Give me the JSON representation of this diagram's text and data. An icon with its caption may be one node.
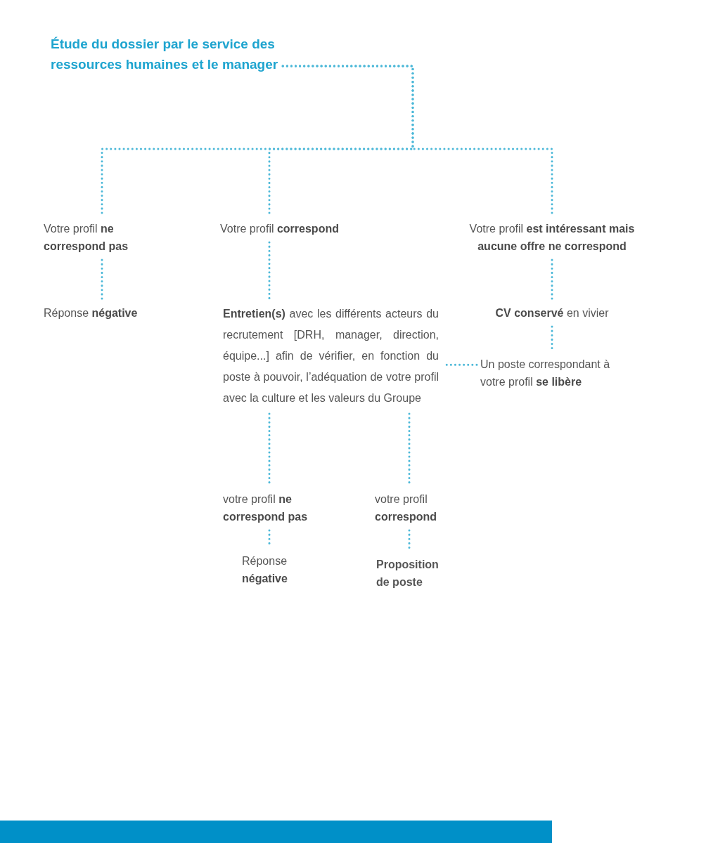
{
  "diagram": {
    "nodes": [
      {
        "text": [
          "Étude du dossier par le service des ressources humaines et le manager"
        ]
      },
      {
        "text": [
          "Votre profil **ne correspond pas**"
        ]
      },
      {
        "text": [
          "Votre profil **correspond**"
        ]
      },
      {
        "text": [
          "Votre profil **est intéressant mais aucune offre ne correspond**"
        ]
      },
      {
        "text": [
          "Réponse **négative**"
        ]
      },
      {
        "text": [
          "**Entretien(s)** avec les différents acteurs du recrutement [DRH, manager, direction, équipe...] afin de vérifier, en fonction du poste à pouvoir, l’adéquation de votre profil avec la culture et les valeurs du Groupe"
        ]
      },
      {
        "text": [
          "**CV conservé** en vivier"
        ]
      },
      {
        "text": [
          "Un poste correspondant à votre profil **se libère**"
        ]
      },
      {
        "text": [
          "votre profil **ne correspond pas**"
        ]
      },
      {
        "text": [
          "votre profil **correspond**"
        ]
      },
      {
        "text": [
          "Réponse **négative**"
        ]
      },
      {
        "text": [
          "Proposition de poste"
        ]
      }
    ],
    "edges": [
      {
        "from": 0,
        "to": 1,
        "arrow": "none"
      },
      {
        "from": 0,
        "to": 2,
        "arrow": "none"
      },
      {
        "from": 0,
        "to": 3,
        "arrow": "none"
      },
      {
        "from": 1,
        "to": 4,
        "arrow": "none"
      },
      {
        "from": 2,
        "to": 5,
        "arrow": "none"
      },
      {
        "from": 3,
        "to": 6,
        "arrow": "none"
      },
      {
        "from": 6,
        "to": 7,
        "arrow": "none"
      },
      {
        "from": 7,
        "to": 5,
        "arrow": "none"
      },
      {
        "from": 5,
        "to": 8,
        "arrow": "none"
      },
      {
        "from": 5,
        "to": 9,
        "arrow": "none"
      },
      {
        "from": 8,
        "to": 10,
        "arrow": "none"
      },
      {
        "from": 9,
        "to": 11,
        "arrow": "none"
      }
    ]
  }
}
